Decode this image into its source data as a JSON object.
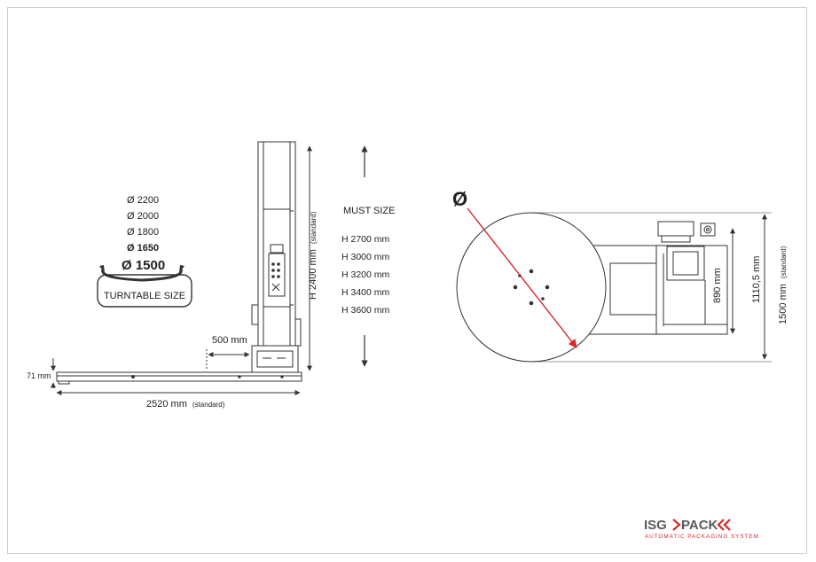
{
  "turntable": {
    "diameters": [
      "Ø 2200",
      "Ø 2000",
      "Ø 1800",
      "Ø 1650"
    ],
    "selected": "Ø 1500",
    "label": "TURNTABLE SIZE"
  },
  "side_view": {
    "height_label": "H 2400 mm",
    "height_note": "(standard)",
    "offset_label": "500 mm",
    "base_height_label": "71 mm",
    "length_label": "2520 mm",
    "length_note": "(standard)"
  },
  "must_size": {
    "title": "MUST SIZE",
    "heights": [
      "H 2700 mm",
      "H 3000 mm",
      "H 3200 mm",
      "H 3400 mm",
      "H 3600 mm"
    ]
  },
  "top_view": {
    "diameter_symbol": "Ø",
    "width_label": "890 mm",
    "depth_label": "1110,5 mm",
    "overall_label": "1500 mm",
    "overall_note": "(standard)"
  },
  "logo": {
    "brand_left": "ISG",
    "brand_right": "PACK",
    "tagline": "AUTOMATIC PACKAGING SYSTEM"
  },
  "colors": {
    "line": "#333333",
    "accent": "#d9252a",
    "logo_text": "#5a5a5a"
  }
}
